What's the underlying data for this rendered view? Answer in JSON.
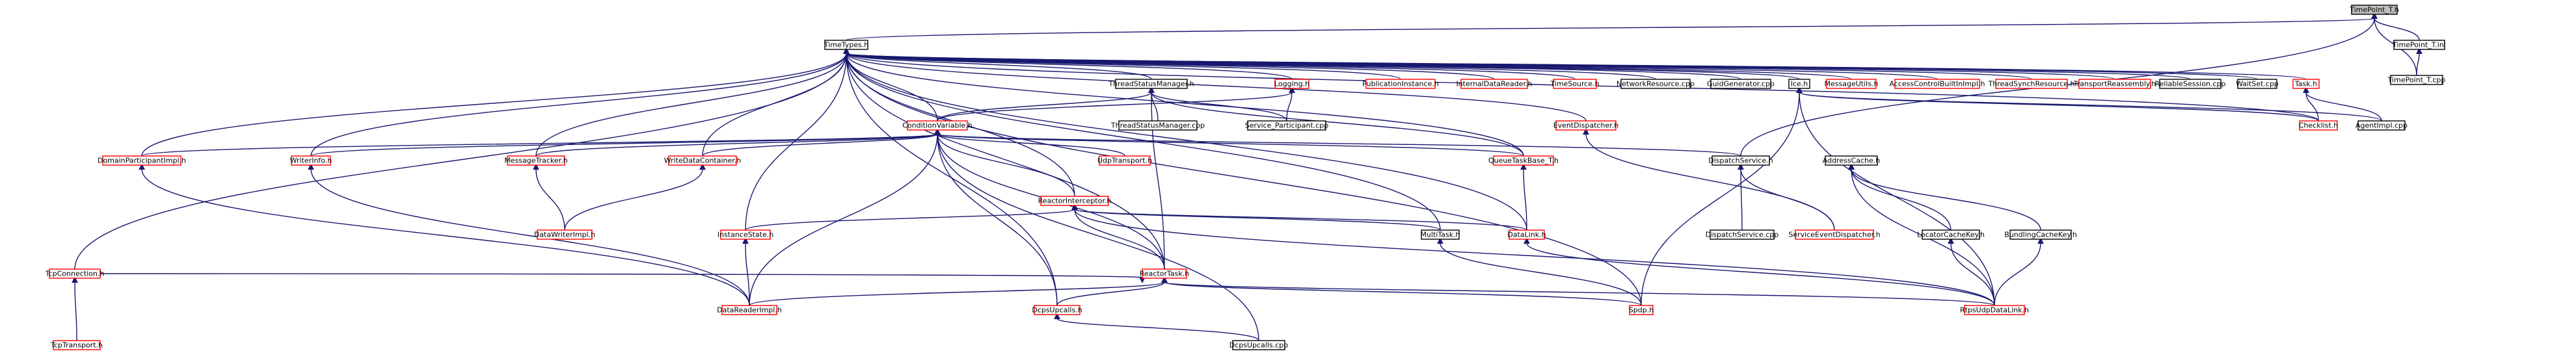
{
  "diagram": {
    "nodes": [
      {
        "id": "timepoint_t_h",
        "label": "TimePoint_T.h",
        "kind": "root"
      },
      {
        "id": "timetypes_h",
        "label": "TimeTypes.h",
        "kind": "normal"
      },
      {
        "id": "timepoint_t_inl",
        "label": "TimePoint_T.inl",
        "kind": "normal"
      },
      {
        "id": "timepoint_t_cpp",
        "label": "TimePoint_T.cpp",
        "kind": "normal"
      },
      {
        "id": "threadstatusmanager_h",
        "label": "ThreadStatusManager.h",
        "kind": "normal"
      },
      {
        "id": "logging_h",
        "label": "Logging.h",
        "kind": "link"
      },
      {
        "id": "publicationinstance_h",
        "label": "PublicationInstance.h",
        "kind": "link"
      },
      {
        "id": "internaldatareader_h",
        "label": "InternalDataReader.h",
        "kind": "link"
      },
      {
        "id": "timesource_h",
        "label": "TimeSource.h",
        "kind": "link"
      },
      {
        "id": "networkresource_cpp",
        "label": "NetworkResource.cpp",
        "kind": "normal"
      },
      {
        "id": "guidgenerator_cpp",
        "label": "GuidGenerator.cpp",
        "kind": "normal"
      },
      {
        "id": "ice_h",
        "label": "Ice.h",
        "kind": "normal"
      },
      {
        "id": "messageutils_h",
        "label": "MessageUtils.h",
        "kind": "link"
      },
      {
        "id": "accesscontrolbuiltinimpl_h",
        "label": "AccessControlBuiltInImpl.h",
        "kind": "link"
      },
      {
        "id": "threadsynchresource_h",
        "label": "ThreadSynchResource.h",
        "kind": "link"
      },
      {
        "id": "transportreassembly_h",
        "label": "TransportReassembly.h",
        "kind": "link"
      },
      {
        "id": "reliablesession_cpp",
        "label": "ReliableSession.cpp",
        "kind": "normal"
      },
      {
        "id": "waitset_cpp",
        "label": "WaitSet.cpp",
        "kind": "normal"
      },
      {
        "id": "task_h",
        "label": "Task.h",
        "kind": "link"
      },
      {
        "id": "conditionvariable_h",
        "label": "ConditionVariable.h",
        "kind": "link"
      },
      {
        "id": "threadstatusmanager_cpp",
        "label": "ThreadStatusManager.cpp",
        "kind": "normal"
      },
      {
        "id": "service_participant_cpp",
        "label": "Service_Participant.cpp",
        "kind": "normal"
      },
      {
        "id": "eventdispatcher_h",
        "label": "EventDispatcher.h",
        "kind": "link"
      },
      {
        "id": "checklist_h",
        "label": "Checklist.h",
        "kind": "link"
      },
      {
        "id": "agentimpl_cpp",
        "label": "AgentImpl.cpp",
        "kind": "normal"
      },
      {
        "id": "domainparticipantimpl_h",
        "label": "DomainParticipantImpl.h",
        "kind": "link"
      },
      {
        "id": "writerinfo_h",
        "label": "WriterInfo.h",
        "kind": "link"
      },
      {
        "id": "messagetracker_h",
        "label": "MessageTracker.h",
        "kind": "link"
      },
      {
        "id": "writedatacontainer_h",
        "label": "WriteDataContainer.h",
        "kind": "link"
      },
      {
        "id": "udptransport_h",
        "label": "UdpTransport.h",
        "kind": "link"
      },
      {
        "id": "queuetaskbase_t_h",
        "label": "QueueTaskBase_T.h",
        "kind": "link"
      },
      {
        "id": "dispatchservice_h",
        "label": "DispatchService.h",
        "kind": "normal"
      },
      {
        "id": "addresscache_h",
        "label": "AddressCache.h",
        "kind": "normal"
      },
      {
        "id": "reactorinterceptor_h",
        "label": "ReactorInterceptor.h",
        "kind": "link"
      },
      {
        "id": "datawriterimpl_h",
        "label": "DataWriterImpl.h",
        "kind": "link"
      },
      {
        "id": "instancestate_h",
        "label": "InstanceState.h",
        "kind": "link"
      },
      {
        "id": "multitask_h",
        "label": "MultiTask.h",
        "kind": "normal"
      },
      {
        "id": "datalink_h",
        "label": "DataLink.h",
        "kind": "link"
      },
      {
        "id": "dispatchservice_cpp",
        "label": "DispatchService.cpp",
        "kind": "normal"
      },
      {
        "id": "serviceeventdispatcher_h",
        "label": "ServiceEventDispatcher.h",
        "kind": "link"
      },
      {
        "id": "locatorcachekey_h",
        "label": "LocatorCacheKey.h",
        "kind": "normal"
      },
      {
        "id": "bundlingcachekey_h",
        "label": "BundlingCacheKey.h",
        "kind": "normal"
      },
      {
        "id": "reactortask_h",
        "label": "ReactorTask.h",
        "kind": "link"
      },
      {
        "id": "tcpconnection_h",
        "label": "TcpConnection.h",
        "kind": "link"
      },
      {
        "id": "datareaderimpl_h",
        "label": "DataReaderImpl.h",
        "kind": "link"
      },
      {
        "id": "dcpsupcalls_h",
        "label": "DcpsUpcalls.h",
        "kind": "link"
      },
      {
        "id": "spdp_h",
        "label": "Spdp.h",
        "kind": "link"
      },
      {
        "id": "rtpsudpdatalink_h",
        "label": "RtpsUdpDataLink.h",
        "kind": "link"
      },
      {
        "id": "tcptransport_h",
        "label": "TcpTransport.h",
        "kind": "link"
      },
      {
        "id": "dcpsupcalls_cpp",
        "label": "DcpsUpcalls.cpp",
        "kind": "normal"
      }
    ],
    "edges": [
      [
        "timepoint_t_h",
        "timetypes_h"
      ],
      [
        "timepoint_t_h",
        "timepoint_t_inl"
      ],
      [
        "timepoint_t_h",
        "timepoint_t_cpp"
      ],
      [
        "timepoint_t_inl",
        "timepoint_t_cpp"
      ],
      [
        "timepoint_t_h",
        "dispatchservice_h"
      ],
      [
        "timetypes_h",
        "threadstatusmanager_h"
      ],
      [
        "timetypes_h",
        "logging_h"
      ],
      [
        "timetypes_h",
        "publicationinstance_h"
      ],
      [
        "timetypes_h",
        "internaldatareader_h"
      ],
      [
        "timetypes_h",
        "timesource_h"
      ],
      [
        "timetypes_h",
        "networkresource_cpp"
      ],
      [
        "timetypes_h",
        "guidgenerator_cpp"
      ],
      [
        "timetypes_h",
        "ice_h"
      ],
      [
        "timetypes_h",
        "messageutils_h"
      ],
      [
        "timetypes_h",
        "accesscontrolbuiltinimpl_h"
      ],
      [
        "timetypes_h",
        "threadsynchresource_h"
      ],
      [
        "timetypes_h",
        "transportreassembly_h"
      ],
      [
        "timetypes_h",
        "reliablesession_cpp"
      ],
      [
        "timetypes_h",
        "waitset_cpp"
      ],
      [
        "timetypes_h",
        "task_h"
      ],
      [
        "timetypes_h",
        "checklist_h"
      ],
      [
        "timetypes_h",
        "conditionvariable_h"
      ],
      [
        "timetypes_h",
        "eventdispatcher_h"
      ],
      [
        "timetypes_h",
        "domainparticipantimpl_h"
      ],
      [
        "timetypes_h",
        "writerinfo_h"
      ],
      [
        "timetypes_h",
        "messagetracker_h"
      ],
      [
        "timetypes_h",
        "writedatacontainer_h"
      ],
      [
        "timetypes_h",
        "tcpconnection_h"
      ],
      [
        "timetypes_h",
        "instancestate_h"
      ],
      [
        "timetypes_h",
        "reactorinterceptor_h"
      ],
      [
        "timetypes_h",
        "reactortask_h"
      ],
      [
        "timetypes_h",
        "multitask_h"
      ],
      [
        "timetypes_h",
        "datalink_h"
      ],
      [
        "timetypes_h",
        "dcpsupcalls_h"
      ],
      [
        "timetypes_h",
        "spdp_h"
      ],
      [
        "timetypes_h",
        "queuetaskbase_t_h"
      ],
      [
        "threadstatusmanager_h",
        "threadstatusmanager_cpp"
      ],
      [
        "threadstatusmanager_h",
        "service_participant_cpp"
      ],
      [
        "threadstatusmanager_h",
        "conditionvariable_h"
      ],
      [
        "threadstatusmanager_h",
        "reactortask_h"
      ],
      [
        "threadstatusmanager_h",
        "queuetaskbase_t_h"
      ],
      [
        "logging_h",
        "service_participant_cpp"
      ],
      [
        "logging_h",
        "conditionvariable_h"
      ],
      [
        "ice_h",
        "checklist_h"
      ],
      [
        "ice_h",
        "agentimpl_cpp"
      ],
      [
        "ice_h",
        "spdp_h"
      ],
      [
        "ice_h",
        "rtpsudpdatalink_h"
      ],
      [
        "task_h",
        "checklist_h"
      ],
      [
        "task_h",
        "agentimpl_cpp"
      ],
      [
        "conditionvariable_h",
        "domainparticipantimpl_h"
      ],
      [
        "conditionvariable_h",
        "writerinfo_h"
      ],
      [
        "conditionvariable_h",
        "messagetracker_h"
      ],
      [
        "conditionvariable_h",
        "writedatacontainer_h"
      ],
      [
        "conditionvariable_h",
        "udptransport_h"
      ],
      [
        "conditionvariable_h",
        "queuetaskbase_t_h"
      ],
      [
        "conditionvariable_h",
        "dispatchservice_h"
      ],
      [
        "conditionvariable_h",
        "reactorinterceptor_h"
      ],
      [
        "conditionvariable_h",
        "reactortask_h"
      ],
      [
        "conditionvariable_h",
        "dcpsupcalls_h"
      ],
      [
        "conditionvariable_h",
        "datareaderimpl_h"
      ],
      [
        "conditionvariable_h",
        "dcpsupcalls_cpp"
      ],
      [
        "eventdispatcher_h",
        "serviceeventdispatcher_h"
      ],
      [
        "dispatchservice_h",
        "dispatchservice_cpp"
      ],
      [
        "dispatchservice_h",
        "serviceeventdispatcher_h"
      ],
      [
        "addresscache_h",
        "locatorcachekey_h"
      ],
      [
        "addresscache_h",
        "bundlingcachekey_h"
      ],
      [
        "addresscache_h",
        "rtpsudpdatalink_h"
      ],
      [
        "domainparticipantimpl_h",
        "datareaderimpl_h"
      ],
      [
        "writerinfo_h",
        "datareaderimpl_h"
      ],
      [
        "messagetracker_h",
        "datawriterimpl_h"
      ],
      [
        "writedatacontainer_h",
        "datawriterimpl_h"
      ],
      [
        "queuetaskbase_t_h",
        "datalink_h"
      ],
      [
        "reactorinterceptor_h",
        "instancestate_h"
      ],
      [
        "reactorinterceptor_h",
        "reactortask_h"
      ],
      [
        "reactorinterceptor_h",
        "multitask_h"
      ],
      [
        "reactorinterceptor_h",
        "datalink_h"
      ],
      [
        "reactorinterceptor_h",
        "rtpsudpdatalink_h"
      ],
      [
        "instancestate_h",
        "datareaderimpl_h"
      ],
      [
        "multitask_h",
        "spdp_h"
      ],
      [
        "datalink_h",
        "rtpsudpdatalink_h"
      ],
      [
        "locatorcachekey_h",
        "rtpsudpdatalink_h"
      ],
      [
        "bundlingcachekey_h",
        "rtpsudpdatalink_h"
      ],
      [
        "reactortask_h",
        "tcpconnection_h"
      ],
      [
        "reactortask_h",
        "datareaderimpl_h"
      ],
      [
        "reactortask_h",
        "dcpsupcalls_h"
      ],
      [
        "reactortask_h",
        "spdp_h"
      ],
      [
        "reactortask_h",
        "rtpsudpdatalink_h"
      ],
      [
        "tcpconnection_h",
        "tcptransport_h"
      ],
      [
        "dcpsupcalls_h",
        "dcpsupcalls_cpp"
      ]
    ]
  },
  "colors": {
    "edge": "#191970",
    "root_fill": "#bfbfbf",
    "root_stroke": "#000000",
    "link_stroke": "#ff0000",
    "normal_stroke": "#000000",
    "box_fill": "#ffffff",
    "text": "#000000"
  }
}
